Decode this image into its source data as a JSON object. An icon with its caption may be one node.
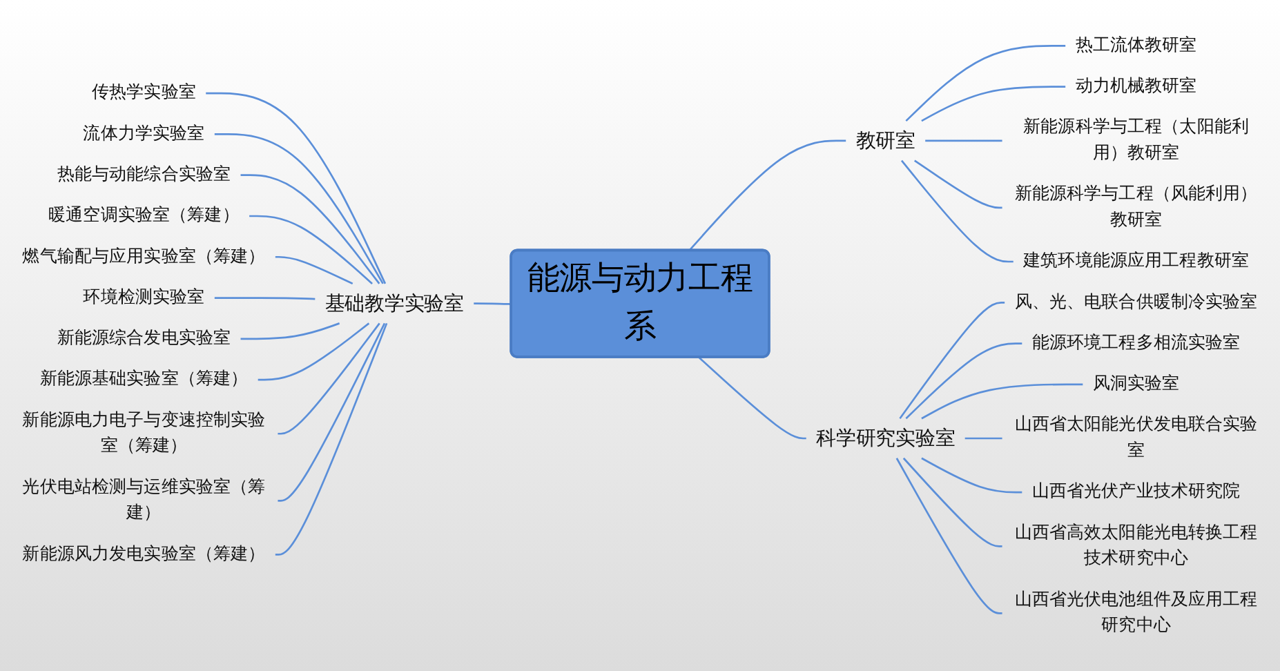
{
  "diagram": {
    "nodes": [
      {
        "text": [
          "能源与动力工程系"
        ]
      },
      {
        "text": [
          "基础教学实验室"
        ]
      },
      {
        "text": [
          "传热学实验室"
        ]
      },
      {
        "text": [
          "流体力学实验室"
        ]
      },
      {
        "text": [
          "热能与动能综合实验室"
        ]
      },
      {
        "text": [
          "暖通空调实验室（筹建）"
        ]
      },
      {
        "text": [
          "燃气输配与应用实验室（筹建）"
        ]
      },
      {
        "text": [
          "环境检测实验室"
        ]
      },
      {
        "text": [
          "新能源综合发电实验室"
        ]
      },
      {
        "text": [
          "新能源基础实验室（筹建）"
        ]
      },
      {
        "text": [
          "新能源电力电子与变速控制实验室（筹建）"
        ]
      },
      {
        "text": [
          "光伏电站检测与运维实验室（筹建）"
        ]
      },
      {
        "text": [
          "新能源风力发电实验室（筹建）"
        ]
      },
      {
        "text": [
          "教研室"
        ]
      },
      {
        "text": [
          "热工流体教研室"
        ]
      },
      {
        "text": [
          "动力机械教研室"
        ]
      },
      {
        "text": [
          "新能源科学与工程（太阳能利用）教研室"
        ]
      },
      {
        "text": [
          "新能源科学与工程（风能利用）教研室"
        ]
      },
      {
        "text": [
          "建筑环境能源应用工程教研室"
        ]
      },
      {
        "text": [
          "科学研究实验室"
        ]
      },
      {
        "text": [
          "风、光、电联合供暖制冷实验室"
        ]
      },
      {
        "text": [
          "能源环境工程多相流实验室"
        ]
      },
      {
        "text": [
          "风洞实验室"
        ]
      },
      {
        "text": [
          "山西省太阳能光伏发电联合实验室"
        ]
      },
      {
        "text": [
          "山西省光伏产业技术研究院"
        ]
      },
      {
        "text": [
          "山西省高效太阳能光电转换工程技术研究中心"
        ]
      },
      {
        "text": [
          "山西省光伏电池组件及应用工程研究中心"
        ]
      }
    ],
    "edges": [
      {
        "from": 1,
        "to": 0,
        "arrow": "none"
      },
      {
        "from": 2,
        "to": 1,
        "arrow": "none"
      },
      {
        "from": 3,
        "to": 1,
        "arrow": "none"
      },
      {
        "from": 4,
        "to": 1,
        "arrow": "none"
      },
      {
        "from": 5,
        "to": 1,
        "arrow": "none"
      },
      {
        "from": 6,
        "to": 1,
        "arrow": "none"
      },
      {
        "from": 7,
        "to": 1,
        "arrow": "none"
      },
      {
        "from": 8,
        "to": 1,
        "arrow": "none"
      },
      {
        "from": 9,
        "to": 1,
        "arrow": "none"
      },
      {
        "from": 10,
        "to": 1,
        "arrow": "none"
      },
      {
        "from": 11,
        "to": 1,
        "arrow": "none"
      },
      {
        "from": 12,
        "to": 1,
        "arrow": "none"
      },
      {
        "from": 0,
        "to": 13,
        "arrow": "none"
      },
      {
        "from": 13,
        "to": 14,
        "arrow": "none"
      },
      {
        "from": 13,
        "to": 15,
        "arrow": "none"
      },
      {
        "from": 13,
        "to": 16,
        "arrow": "none"
      },
      {
        "from": 13,
        "to": 17,
        "arrow": "none"
      },
      {
        "from": 13,
        "to": 18,
        "arrow": "none"
      },
      {
        "from": 0,
        "to": 19,
        "arrow": "none"
      },
      {
        "from": 19,
        "to": 20,
        "arrow": "none"
      },
      {
        "from": 19,
        "to": 21,
        "arrow": "none"
      },
      {
        "from": 19,
        "to": 22,
        "arrow": "none"
      },
      {
        "from": 19,
        "to": 23,
        "arrow": "none"
      },
      {
        "from": 19,
        "to": 24,
        "arrow": "none"
      },
      {
        "from": 19,
        "to": 25,
        "arrow": "none"
      },
      {
        "from": 19,
        "to": 26,
        "arrow": "none"
      }
    ]
  }
}
